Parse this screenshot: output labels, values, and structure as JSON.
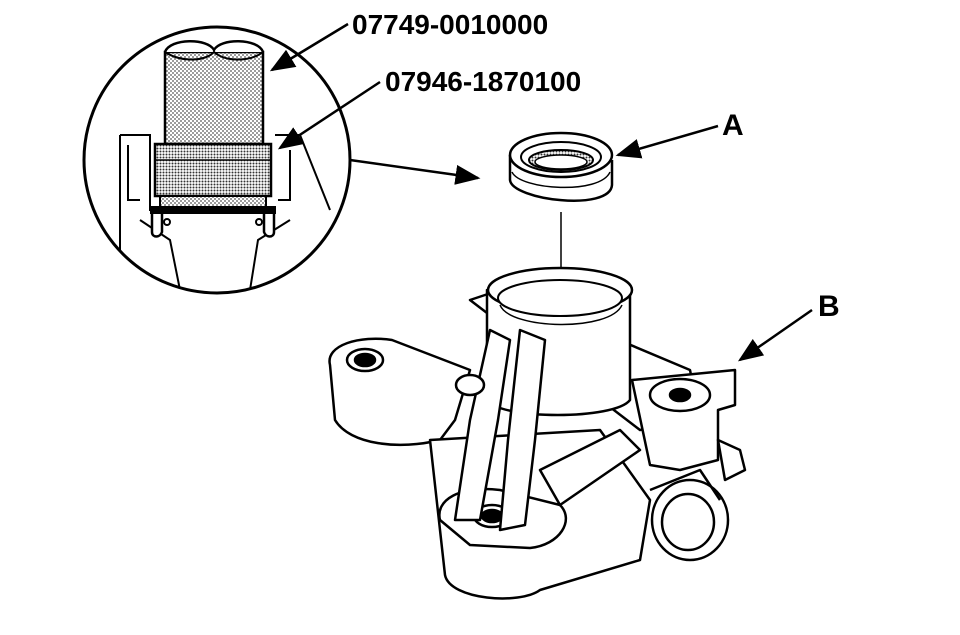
{
  "callouts": {
    "tool_driver": "07749-0010000",
    "tool_attachment": "07946-1870100",
    "part_a": "A",
    "part_b": "B"
  },
  "colors": {
    "line": "#000000",
    "background": "#ffffff",
    "stipple": "#7a7a7a"
  }
}
